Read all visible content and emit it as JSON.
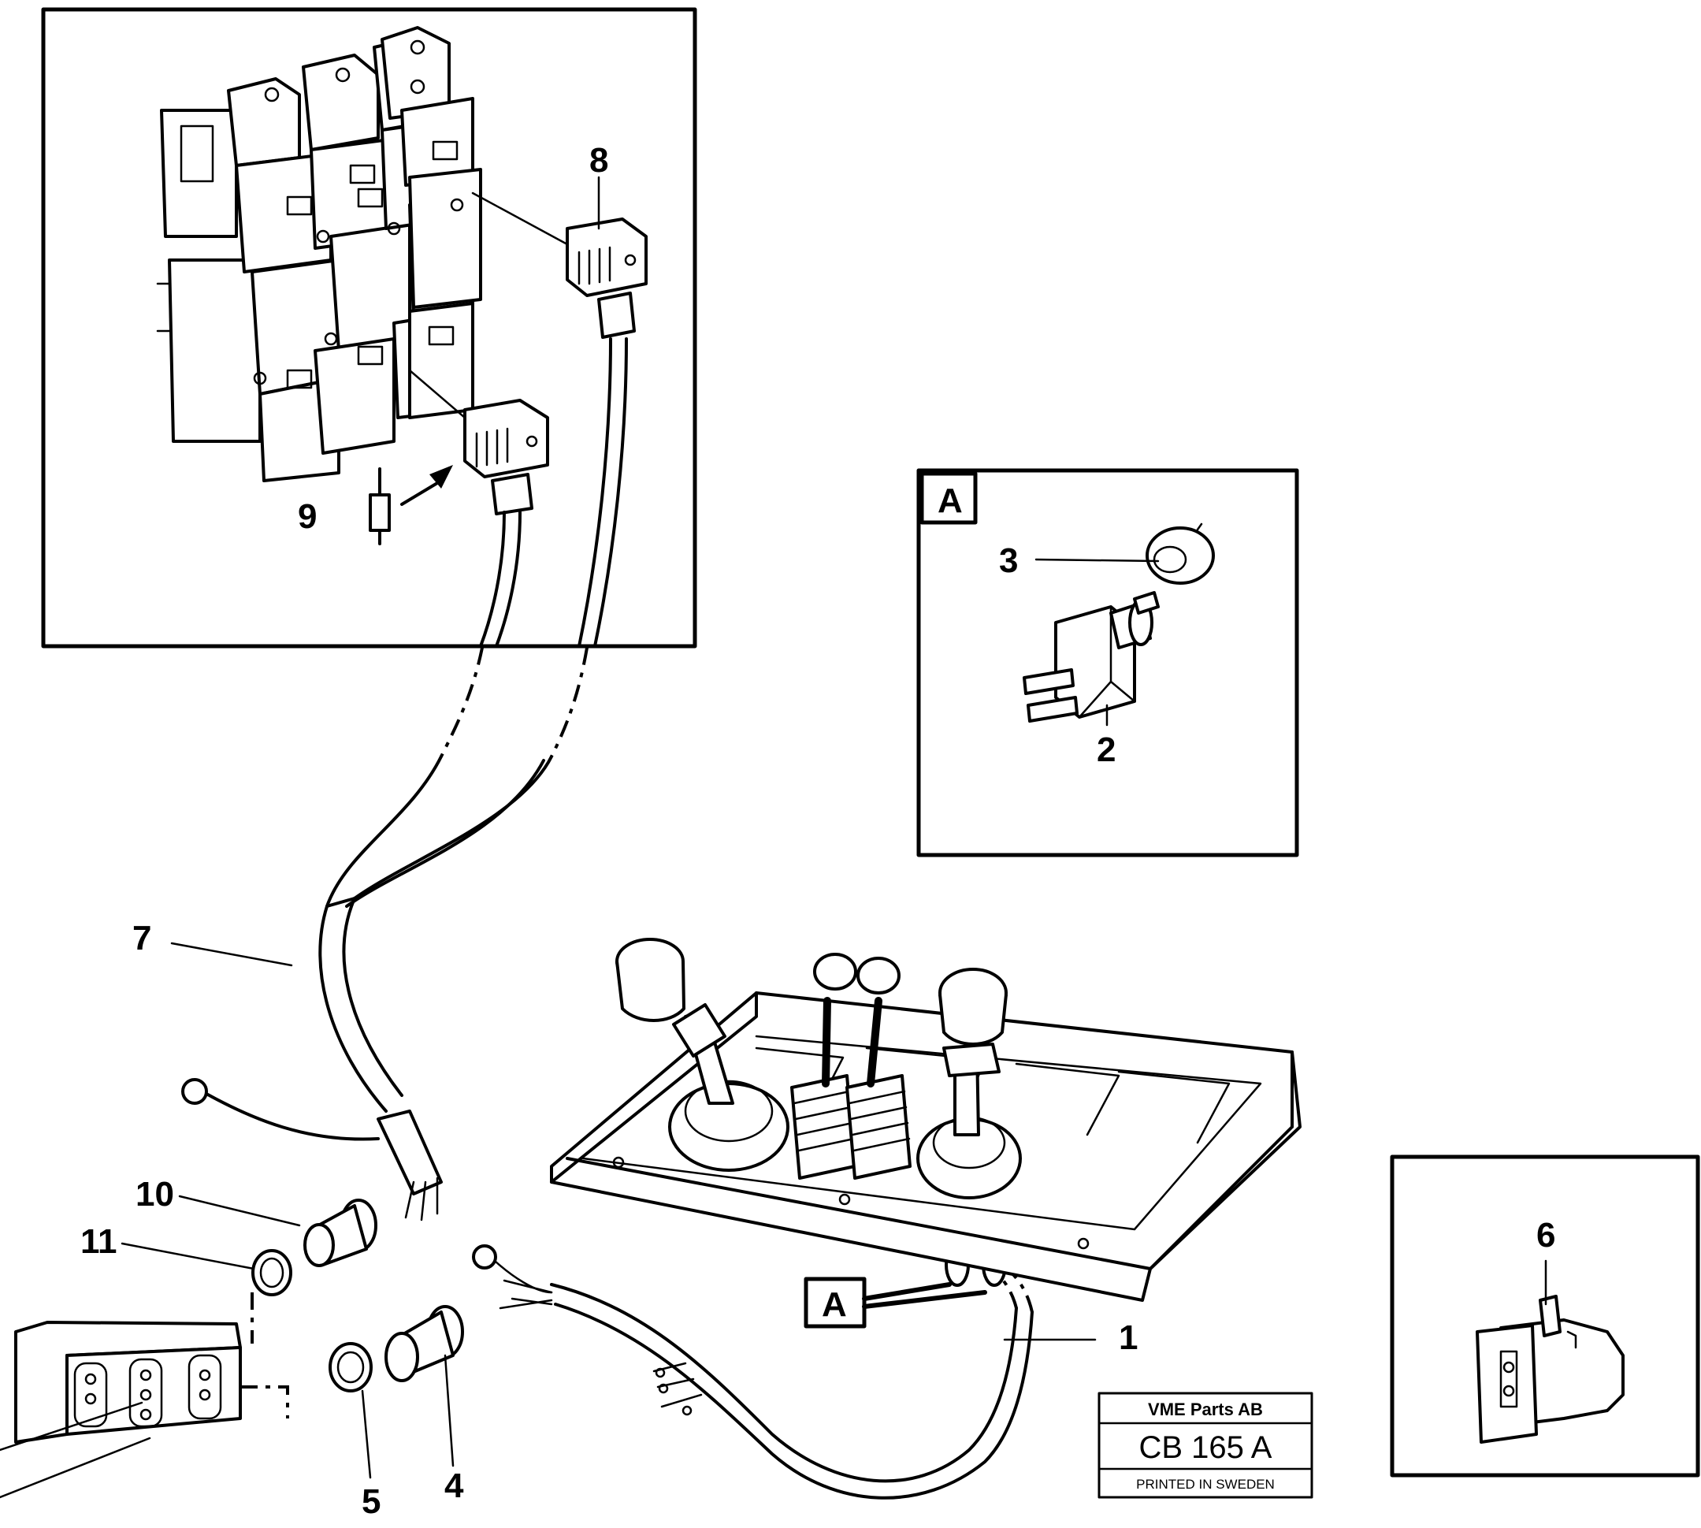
{
  "callouts": {
    "c1": "1",
    "c2": "2",
    "c3": "3",
    "c4": "4",
    "c5": "5",
    "c6": "6",
    "c7": "7",
    "c8": "8",
    "c9": "9",
    "c10": "10",
    "c11": "11"
  },
  "detail_tags": {
    "inset_a": "A",
    "pointer_a": "A"
  },
  "stamp": {
    "company": "VME Parts AB",
    "code": "CB 165 A",
    "printed": "PRINTED IN SWEDEN"
  }
}
